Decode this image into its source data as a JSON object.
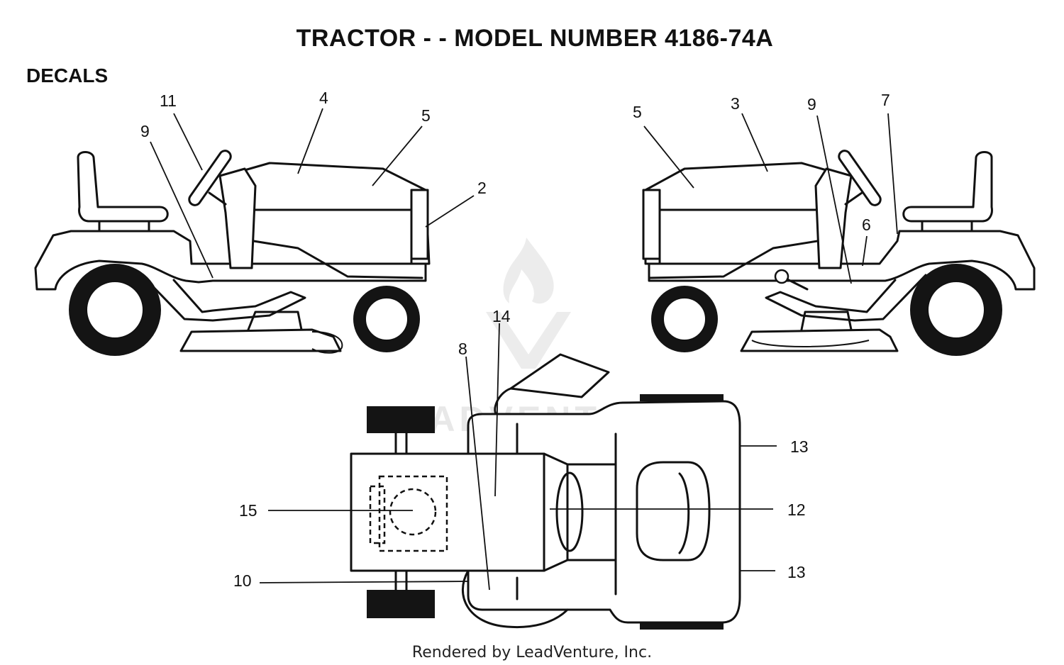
{
  "title": "TRACTOR - - MODEL NUMBER 4186-74A",
  "section": "DECALS",
  "footer": "Rendered by LeadVenture, Inc.",
  "watermark": "LEADVENTURE",
  "callouts": {
    "left_view": [
      "11",
      "4",
      "5",
      "9",
      "2"
    ],
    "right_view": [
      "5",
      "3",
      "9",
      "7",
      "6"
    ],
    "top_view": [
      "14",
      "8",
      "13",
      "15",
      "12",
      "10",
      "13"
    ]
  }
}
